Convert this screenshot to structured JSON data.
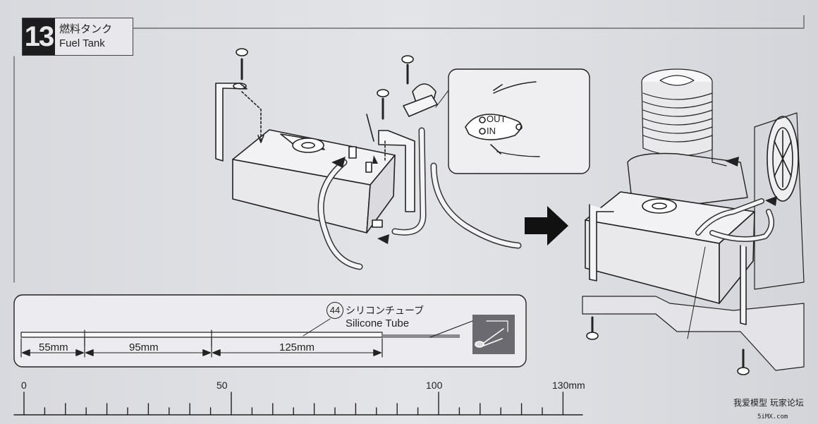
{
  "step": {
    "number": "13",
    "title_jp": "燃料タンク",
    "title_en": "Fuel Tank"
  },
  "inset": {
    "out_label": "OUT",
    "in_label": "IN"
  },
  "tube_panel": {
    "part_number": "44",
    "name_jp": "シリコンチューブ",
    "name_en": "Silicone Tube",
    "segments": [
      "55mm",
      "95mm",
      "125mm"
    ]
  },
  "ruler": {
    "labels": [
      "0",
      "50",
      "100",
      "130mm"
    ]
  },
  "watermark": {
    "line1": "我爱模型 玩家论坛",
    "line2": "5iMX.com"
  }
}
